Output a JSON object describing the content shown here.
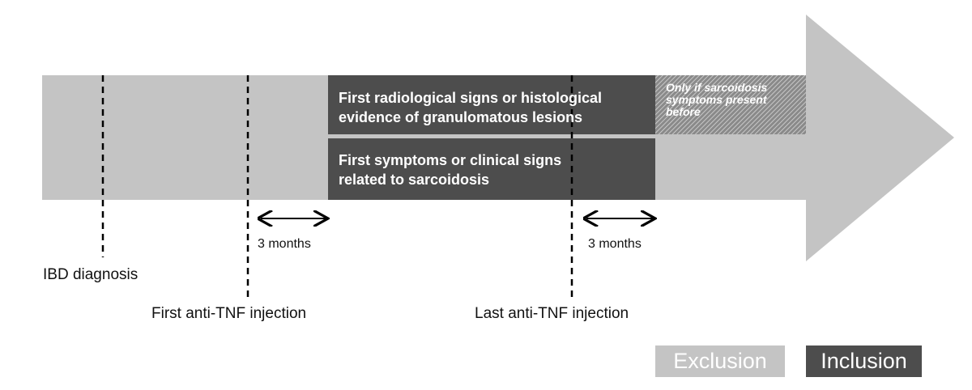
{
  "boxes": {
    "radiological": "First radiological signs or histological\nevidence of granulomatous lesions",
    "symptoms": "First symptoms or clinical signs\nrelated to sarcoidosis",
    "hatched_note": "Only if sarcoidosis\nsymptoms present\nbefore"
  },
  "markers": {
    "ibd_diagnosis": "IBD diagnosis",
    "first_anti_tnf": "First anti-TNF injection",
    "last_anti_tnf": "Last anti-TNF injection"
  },
  "intervals": {
    "first": "3 months",
    "second": "3 months"
  },
  "legend": {
    "exclusion": "Exclusion",
    "inclusion": "Inclusion"
  },
  "colors": {
    "exclusion": "#c4c4c4",
    "inclusion": "#4d4d4d",
    "background": "#ffffff"
  }
}
